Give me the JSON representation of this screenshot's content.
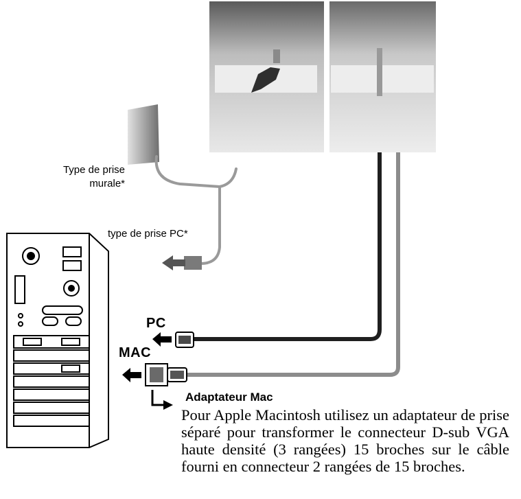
{
  "labels": {
    "wall_outlet": "Type de prise murale*",
    "pc_outlet": "type de prise PC*",
    "pc": "PC",
    "mac": "MAC",
    "adapter_title": "Adaptateur Mac",
    "adapter_body": "Pour Apple Macintosh utilisez un adaptateur de prise séparé pour transformer le connecteur D-sub VGA haute densité (3 rangées) 15 broches sur le câble fourni en connecteur 2 rangées de 15 broches."
  }
}
